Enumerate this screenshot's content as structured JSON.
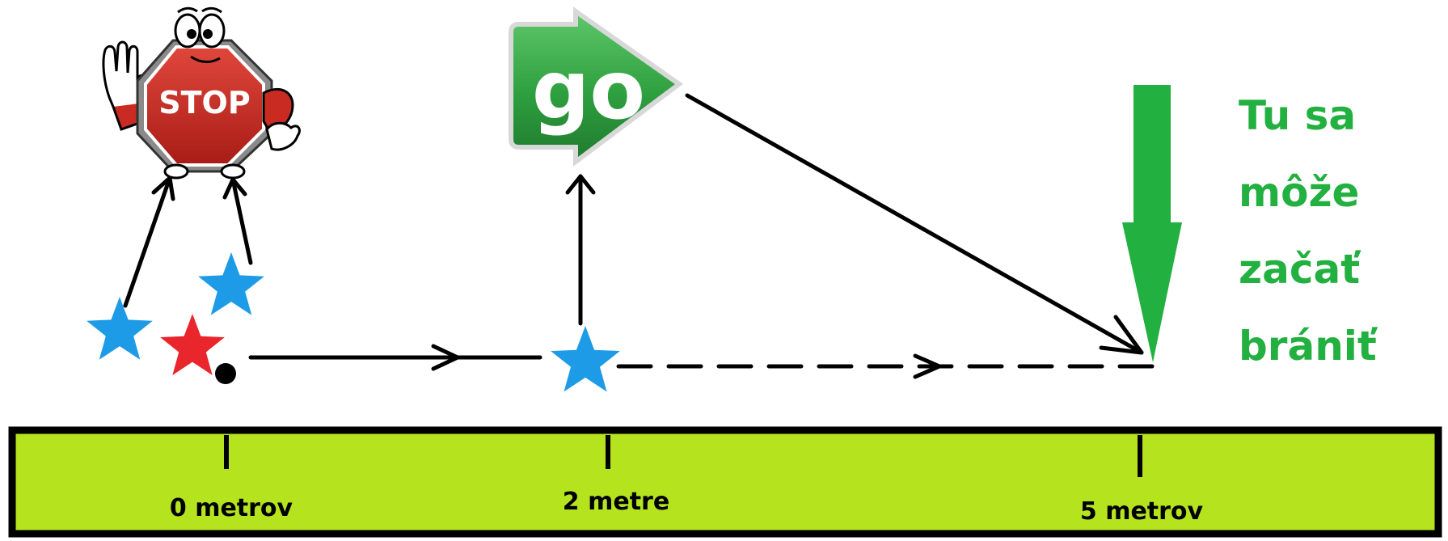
{
  "signs": {
    "stop_label": "STOP",
    "go_label": "go"
  },
  "caption": {
    "lines": [
      "Tu sa",
      "môže",
      "začať",
      "brániť"
    ],
    "color": "#22b040"
  },
  "ruler": {
    "ticks": [
      "0 metrov",
      "2 metre",
      "5 metrov"
    ],
    "fill_color": "#b5e41f"
  },
  "colors": {
    "blue_star": "#1e9be6",
    "red_star": "#e8262c",
    "go_green": "#2e9f3f",
    "stop_red": "#c92a22",
    "arrow_green": "#22b040"
  },
  "icons": [
    "stop-sign-mascot-icon",
    "go-arrow-sign-icon",
    "star-icon",
    "ball-icon",
    "down-arrow-icon"
  ]
}
